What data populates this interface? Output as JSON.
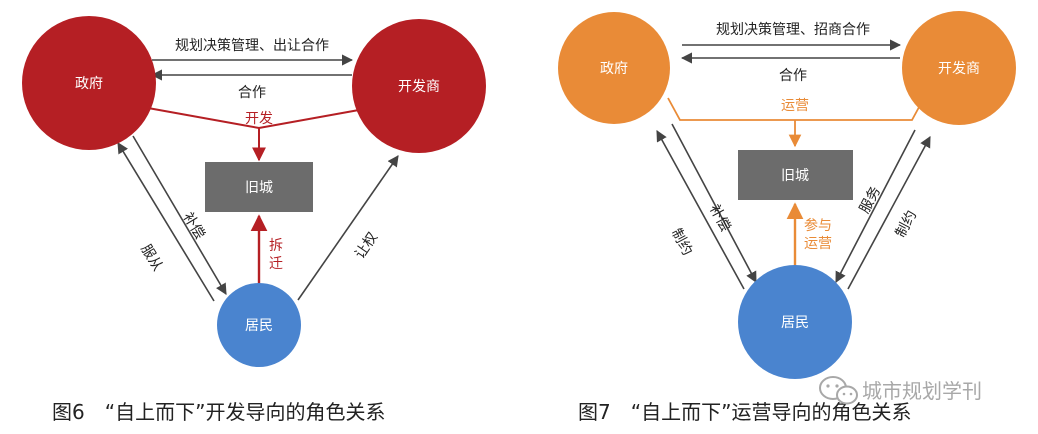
{
  "colors": {
    "left_node": "#b51f24",
    "right_node": "#e98b37",
    "resident_node": "#4a84cf",
    "old_city_box": "#6c6c6c",
    "left_accent": "#b51f24",
    "right_accent": "#e98b37",
    "gray_arrow": "#444444",
    "watermark": "#a8a8a8"
  },
  "diagram_left": {
    "nodes": {
      "government": "政府",
      "developer": "开发商",
      "old_city": "旧城",
      "residents": "居民"
    },
    "labels": {
      "top_arrow": "规划决策管理、出让合作",
      "bottom_arrow": "合作",
      "develop": "开发",
      "compensation": "补偿",
      "obey": "服从",
      "demolish": "拆迁",
      "yield_rights": "让权"
    },
    "caption": "图6　“自上而下”开发导向的角色关系"
  },
  "diagram_right": {
    "nodes": {
      "government": "政府",
      "developer": "开发商",
      "old_city": "旧城",
      "residents": "居民"
    },
    "labels": {
      "top_arrow": "规划决策管理、招商合作",
      "bottom_arrow": "合作",
      "operate": "运营",
      "compensation": "补偿",
      "constraint_left": "制约",
      "participate": "参与运营",
      "service": "服务",
      "constraint_right": "制约"
    },
    "caption": "图7　“自上而下”运营导向的角色关系"
  },
  "watermark": {
    "icon": "wechat-icon",
    "text": "城市规划学刊"
  }
}
